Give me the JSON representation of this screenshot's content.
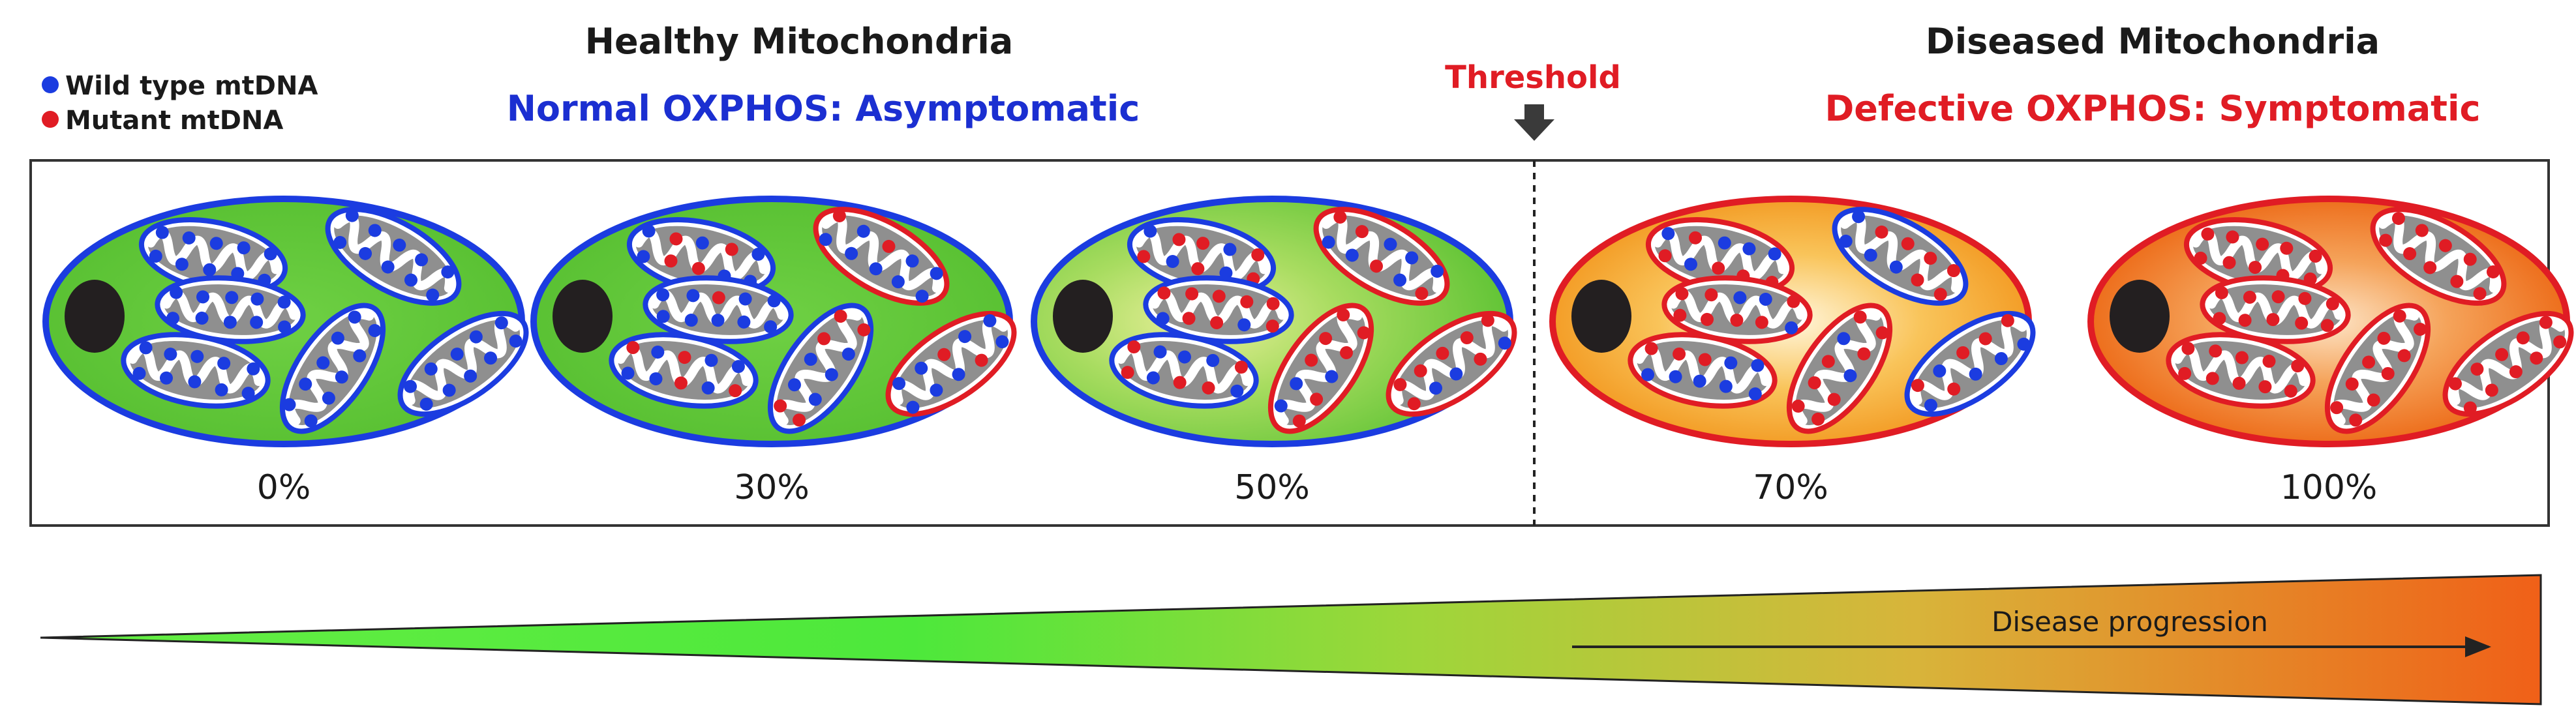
{
  "legend": {
    "wild_type": {
      "label": "Wild type mtDNA",
      "color": "#1b3ce0"
    },
    "mutant": {
      "label": "Mutant mtDNA",
      "color": "#e01c24"
    }
  },
  "healthy": {
    "title": "Healthy Mitochondria",
    "subtitle": "Normal OXPHOS: Asymptomatic",
    "subtitle_color": "#1b2fd1"
  },
  "threshold": {
    "label": "Threshold",
    "color": "#e01c24"
  },
  "diseased": {
    "title": "Diseased Mitochondria",
    "subtitle": "Defective OXPHOS: Symptomatic",
    "subtitle_color": "#e01c24"
  },
  "cells": [
    {
      "percent": "0%",
      "mutant_fraction": 0.0,
      "membrane": "blue",
      "fill": "green",
      "mito_membranes": [
        "blue",
        "blue",
        "blue",
        "blue",
        "blue",
        "blue"
      ]
    },
    {
      "percent": "30%",
      "mutant_fraction": 0.3,
      "membrane": "blue",
      "fill": "green",
      "mito_membranes": [
        "blue",
        "red",
        "blue",
        "blue",
        "blue",
        "red"
      ]
    },
    {
      "percent": "50%",
      "mutant_fraction": 0.5,
      "membrane": "blue",
      "fill": "yellow-green",
      "mito_membranes": [
        "blue",
        "red",
        "blue",
        "blue",
        "red",
        "red"
      ]
    },
    {
      "percent": "70%",
      "mutant_fraction": 0.7,
      "membrane": "red",
      "fill": "orange",
      "mito_membranes": [
        "red",
        "blue",
        "red",
        "red",
        "red",
        "blue"
      ]
    },
    {
      "percent": "100%",
      "mutant_fraction": 1.0,
      "membrane": "red",
      "fill": "deep-orange",
      "mito_membranes": [
        "red",
        "red",
        "red",
        "red",
        "red",
        "red"
      ]
    }
  ],
  "progression": {
    "label": "Disease progression"
  },
  "colors": {
    "green": "#5ec638",
    "orange": "#f29a1f",
    "deep_orange": "#ee6a10",
    "mito_grey": "#8f8f8f",
    "nucleus": "#231f20"
  }
}
